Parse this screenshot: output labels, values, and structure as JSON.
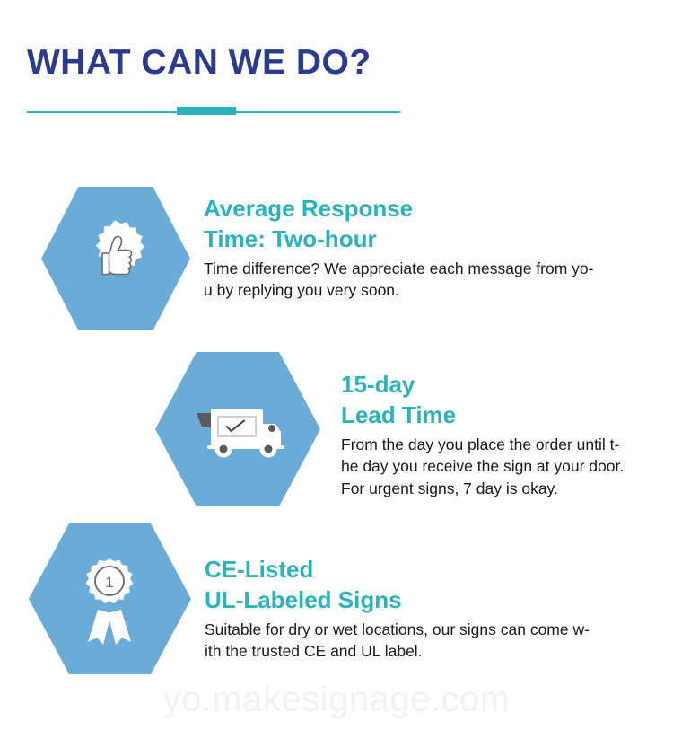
{
  "page": {
    "title": "WHAT CAN WE DO?",
    "background_color": "#ffffff",
    "title_color": "#2b3b8f",
    "accent_color": "#2bb3bb",
    "hex_color": "#6aabd8",
    "body_color": "#1a1a1a"
  },
  "watermark": {
    "text": "yo.makesignage.com",
    "color": "#f2f2f2"
  },
  "features": [
    {
      "icon": "thumbs-up-badge-icon",
      "heading_line_1": "Average Response",
      "heading_line_2": "Time: Two-hour",
      "body_line_1": "Time difference? We appreciate each message from yo-",
      "body_line_2": "u by replying you very soon.",
      "body_line_3": ""
    },
    {
      "icon": "delivery-truck-icon",
      "heading_line_1": "15-day",
      "heading_line_2": "Lead Time",
      "body_line_1": "From the day you place the order until t-",
      "body_line_2": "he day you receive the sign at your door.",
      "body_line_3": "For urgent signs, 7 day is okay."
    },
    {
      "icon": "award-ribbon-icon",
      "heading_line_1": "CE-Listed",
      "heading_line_2": "UL-Labeled Signs",
      "body_line_1": "Suitable for dry or wet locations, our signs can come w-",
      "body_line_2": "ith the trusted CE and UL label.",
      "body_line_3": ""
    }
  ]
}
